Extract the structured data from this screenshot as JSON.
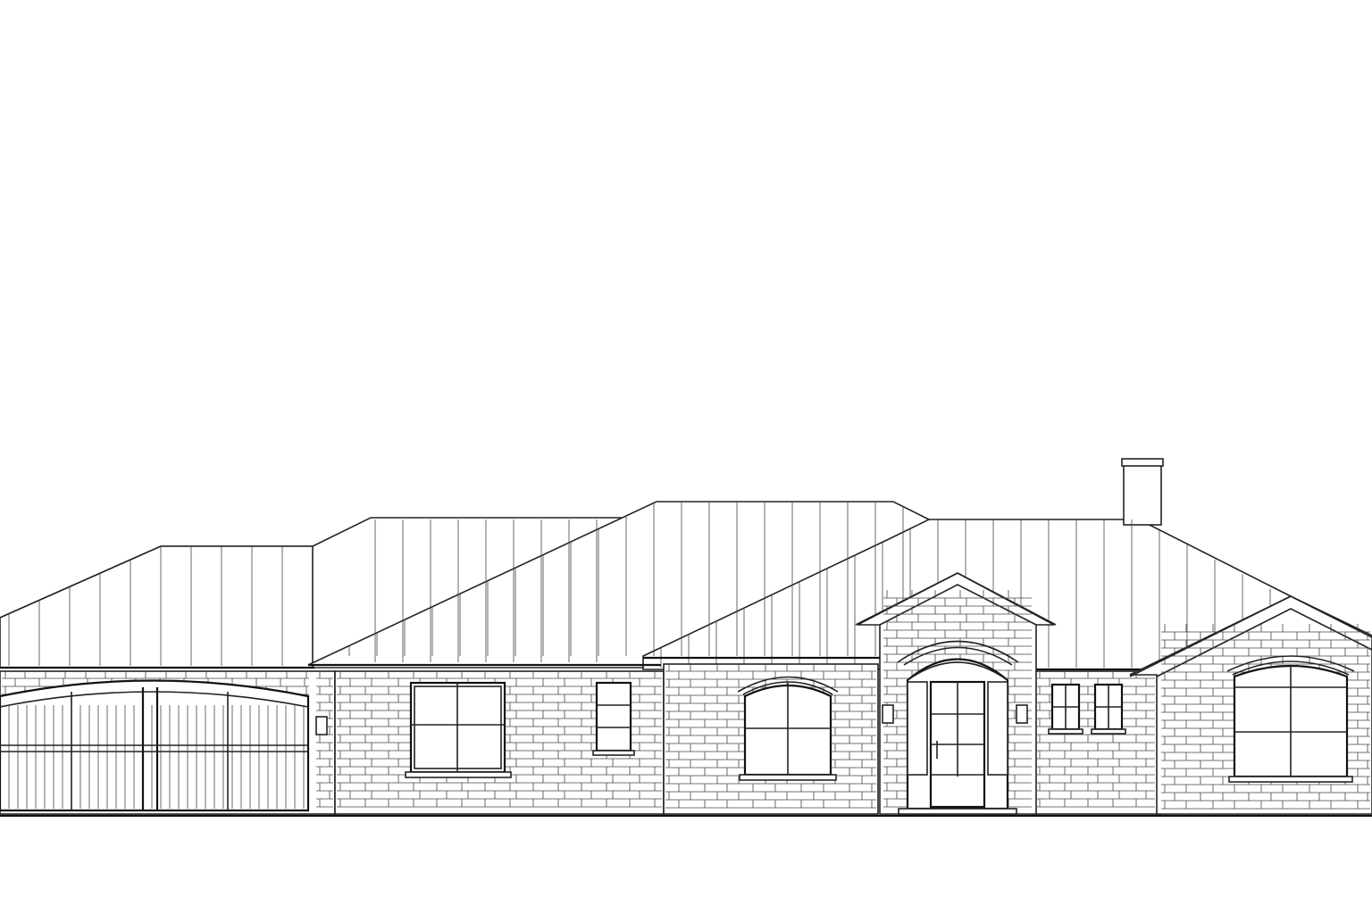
{
  "drawing": {
    "subject": "front-elevation",
    "colors": {
      "line": "#222222",
      "stone": "#555555",
      "background": "#ffffff"
    },
    "elements": {
      "roof": {
        "material": "standing-seam-metal"
      },
      "walls": {
        "material": "stacked-stone"
      },
      "garage_door": {
        "style": "arched-carriage-double"
      },
      "entry": {
        "style": "arched-glass-door-with-sidelites"
      },
      "chimney": {
        "count": 1
      },
      "wall_lights": {
        "count": 3
      }
    }
  }
}
